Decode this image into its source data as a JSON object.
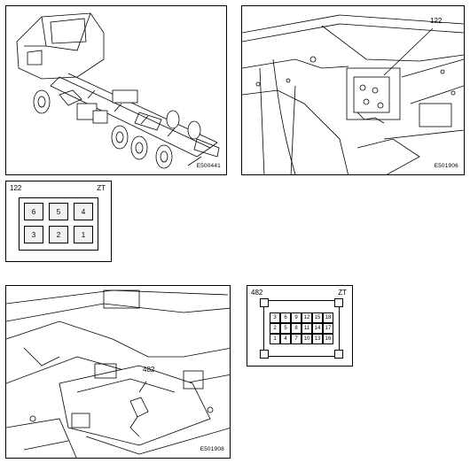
{
  "panels": {
    "truck_view": {
      "code": "E500441"
    },
    "connector_location_view": {
      "code": "E501906",
      "callout": "122"
    },
    "connector_122": {
      "label": "122",
      "tag": "ZT",
      "pins_top": [
        "6",
        "5",
        "4"
      ],
      "pins_bottom": [
        "3",
        "2",
        "1"
      ]
    },
    "chassis_detail_view": {
      "code": "E501908",
      "callout": "482"
    },
    "connector_482": {
      "label": "482",
      "tag": "ZT",
      "rows": [
        [
          "3",
          "6",
          "9",
          "12",
          "15",
          "18"
        ],
        [
          "2",
          "5",
          "8",
          "11",
          "14",
          "17"
        ],
        [
          "1",
          "4",
          "7",
          "10",
          "13",
          "16"
        ]
      ]
    }
  }
}
